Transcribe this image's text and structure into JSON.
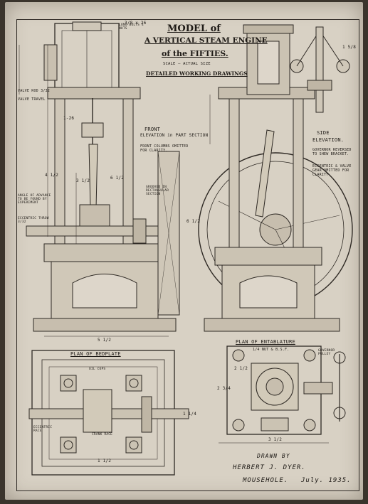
{
  "title": {
    "line1": "MODEL of",
    "line2": "A VERTICAL STEAM ENGINE",
    "line3": "of the FIFTIES.",
    "scale": "SCALE — ACTUAL SIZE",
    "line4": "DETAILED WORKING DRAWINGS"
  },
  "views": {
    "front": "FRONT",
    "front_elev": "ELEVATION in PART SECTION",
    "front_note": "FRONT COLUMNS OMITTED FOR CLARITY.",
    "side": "SIDE",
    "side_elev": "ELEVATION.",
    "side_note1": "GOVERNOR REVERSED TO SHEW BRACKET.",
    "side_note2": "ECCENTRIC & VALVE GEAR OMITTED FOR CLARITY.",
    "bedplate": "PLAN OF BEDPLATE",
    "entablature": "PLAN OF ENTABLATURE"
  },
  "labels": {
    "valve_rod": "VALVE ROD 3/32",
    "valve_travel": "VALVE TRAVEL",
    "angle_advance": "ANGLE OF ADVANCE TO BE FOUND BY EXPERIMENT",
    "eccentric_throw": "ECCENTRIC THROW 3/32",
    "grooved_pulley": "GROOVED IN RECTANGULAR SECTION",
    "governor_pulley": "GOVERNOR PULLEY",
    "oil_cups": "OIL CUPS",
    "eccentric_race": "ECCENTRIC RACE",
    "crank_race": "CRANK RACE",
    "bsf": "1/4 NUT & B.S.F.",
    "long_bolts": "LONG BOLTS 4 NUTS"
  },
  "dimensions": {
    "d1": "3/8 x 26",
    "d2": "1-26",
    "d3": "4 1/2",
    "d4": "3 1/2",
    "d5": "6 1/2",
    "d6": "5 1/2",
    "d7": "6 1/2",
    "d8": "3 1/2",
    "d9": "1 1/2",
    "d10": "2 3/4",
    "d11": "1 1/4",
    "d12": "2 1/2",
    "d13": "1 5/8"
  },
  "signature": {
    "drawn_by": "DRAWN BY",
    "name": "HERBERT J. DYER.",
    "place": "MOUSEHOLE.",
    "date": "July. 1935."
  },
  "colors": {
    "paper": "#d8d1c4",
    "ink": "#2e2924",
    "background": "#3a342c"
  }
}
